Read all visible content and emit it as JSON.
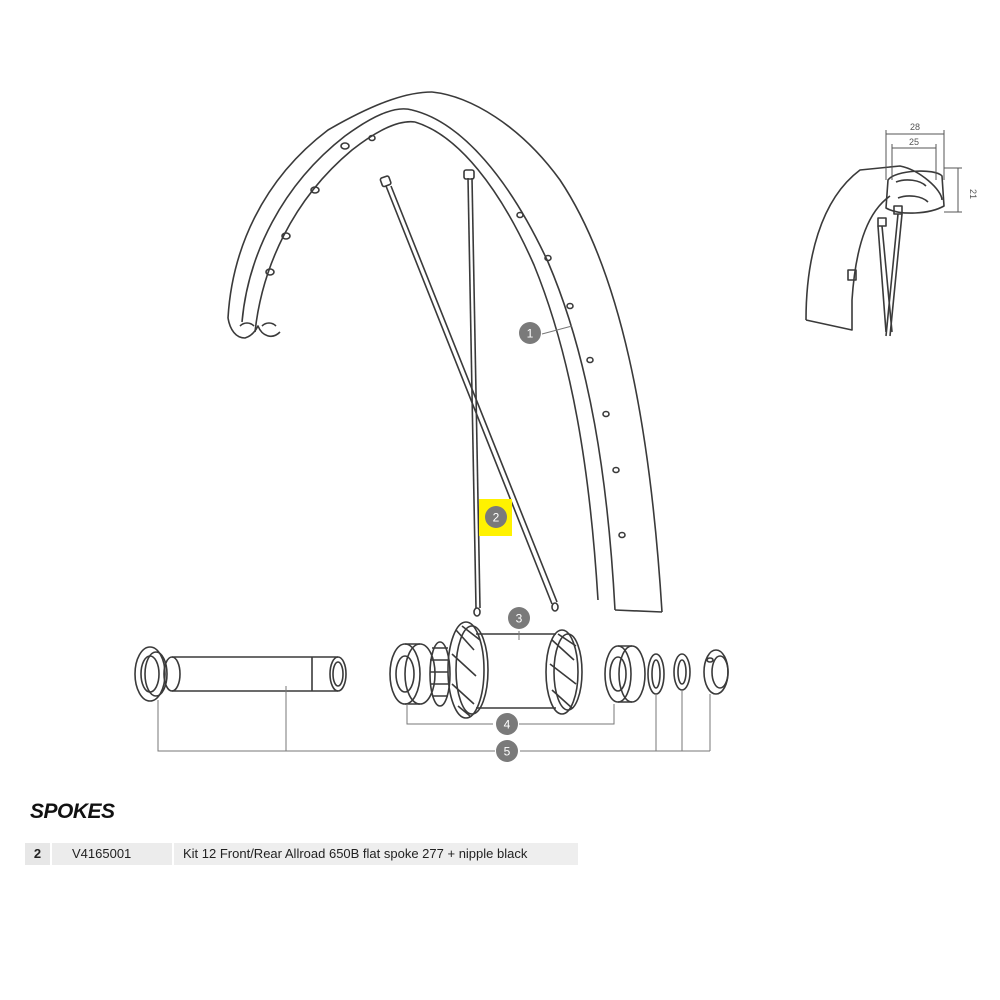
{
  "diagram": {
    "callouts": [
      {
        "id": "rim",
        "label": "1"
      },
      {
        "id": "spokes",
        "label": "2",
        "highlighted": true
      },
      {
        "id": "hub-body",
        "label": "3"
      },
      {
        "id": "bearings",
        "label": "4"
      },
      {
        "id": "axle-kit",
        "label": "5"
      }
    ],
    "highlight_color": "#fff200",
    "callout_color": "#7a7a7a",
    "dimensions": {
      "outer_width": "28",
      "inner_width": "25",
      "height": "21"
    }
  },
  "section": {
    "title": "SPOKES"
  },
  "parts": [
    {
      "ref": "2",
      "code": "V4165001",
      "description": "Kit 12 Front/Rear Allroad 650B flat spoke 277 + nipple black"
    }
  ]
}
